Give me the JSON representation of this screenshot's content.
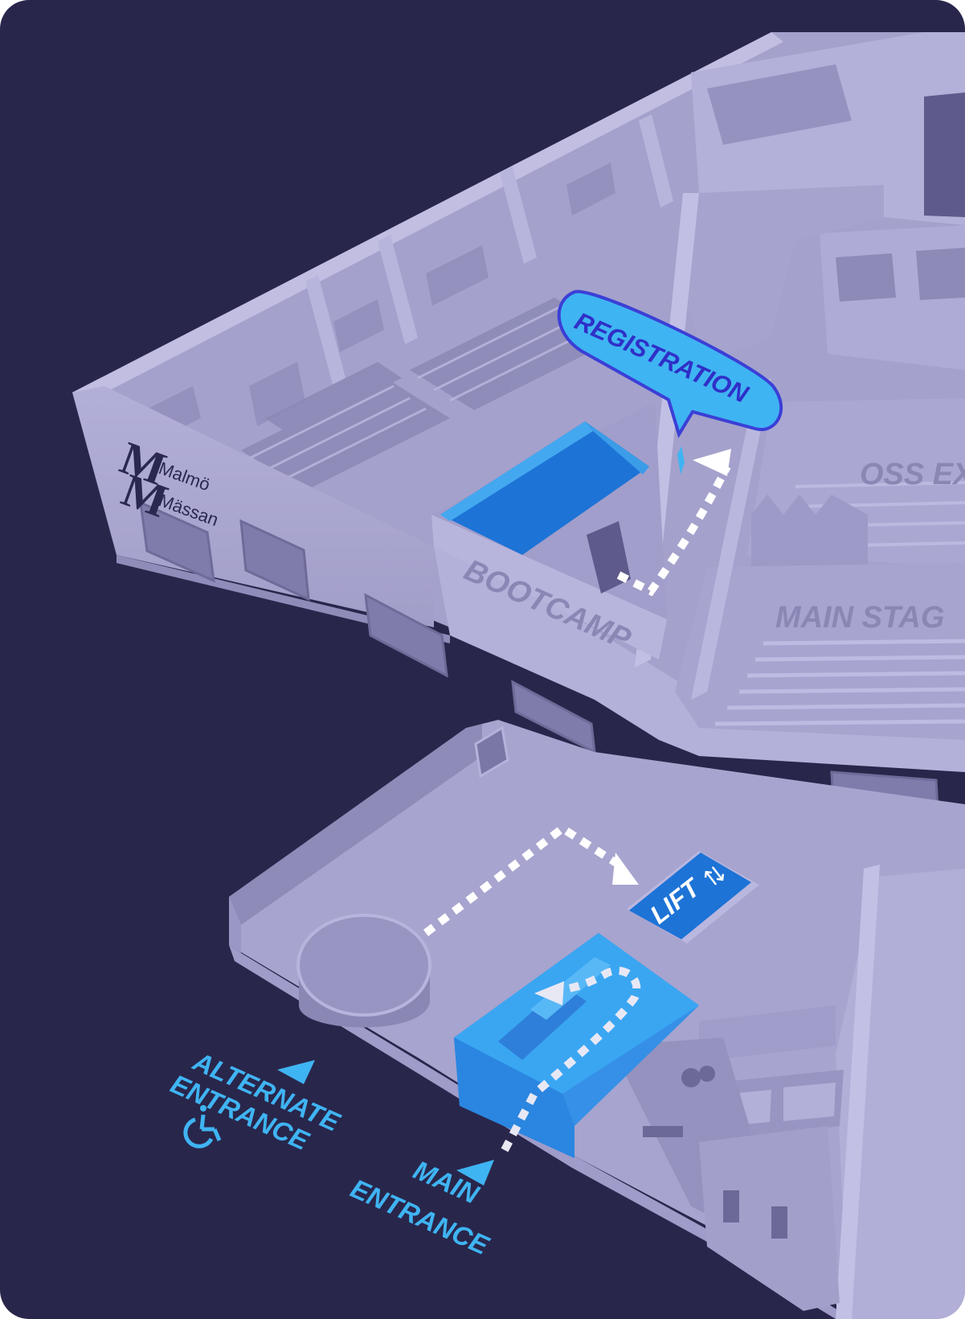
{
  "map": {
    "signage": {
      "registration": "REGISTRATION",
      "bootcamp": "BOOTCAMP",
      "oss_expo": "OSS EX",
      "main_stage": "MAIN STAG",
      "lift": "LIFT",
      "wall_logo_line1": "Malmö",
      "wall_logo_line2": "Mässan"
    },
    "entrances": {
      "alternate_line1": "ALTERNATE",
      "alternate_line2": "ENTRANCE",
      "main_line1": "MAIN",
      "main_line2": "ENTRANCE"
    },
    "icons": {
      "accessibility": "wheelchair-icon",
      "lift_arrows": "up-down-arrows-icon",
      "entrance_marker": "triangle-marker-icon"
    },
    "colors": {
      "background": "#29264b",
      "building": "#a9a6d2",
      "building_shadow": "#8e8bb9",
      "highlight_blue": "#1e6fd3",
      "accent_cyan": "#3fb4f2",
      "registration_border": "#3b3fd6",
      "path_dots": "#ffffff"
    }
  }
}
